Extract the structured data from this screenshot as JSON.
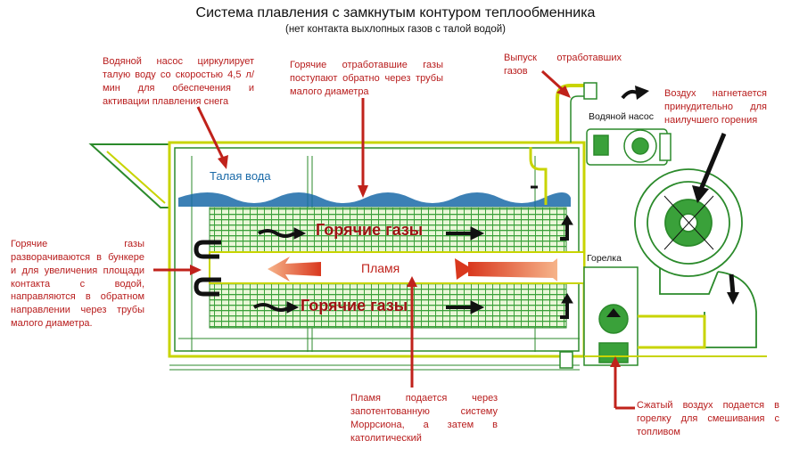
{
  "title": "Система плавления с замкнутым контуром теплообменника",
  "subtitle": "(нет контакта выхлопных газов с талой водой)",
  "labels": {
    "melt_water": "Талая вода",
    "hot_gases_top": "Горячие газы",
    "hot_gases_bottom": "Горячие газы",
    "flame": "Пламя",
    "burner": "Горелка",
    "water_pump": "Водяной насос"
  },
  "annotations": {
    "pump_note": "Водяной насос циркулирует талую воду со скоростью 4,5 л/мин для обеспечения и активации плавления снега",
    "return_gases_note": "Горячие отработавшие газы поступают обратно через трубы малого диаметра",
    "exhaust_note": "Выпуск отработавших газов",
    "air_note": "Воздух нагнетается принудительно для наилучшего горения",
    "turn_gases_note": "Горячие газы разворачиваются в бункере и для увеличения площади контакта с водой, направляются в обратном направлении через трубы малого диаметра.",
    "flame_note": "Пламя подается через запотентованную систему Моррсиона, а затем в католитический",
    "compressed_air_note": "Сжатый воздух подается в горелку для смешивания с топливом"
  },
  "colors": {
    "annotation": "#b81c1c",
    "hot_gas_text": "#9c1010",
    "outline": "#c8d400",
    "tubes": "#3aa13a",
    "water": "#1a6aa8",
    "machine": "#2b8a2b"
  }
}
